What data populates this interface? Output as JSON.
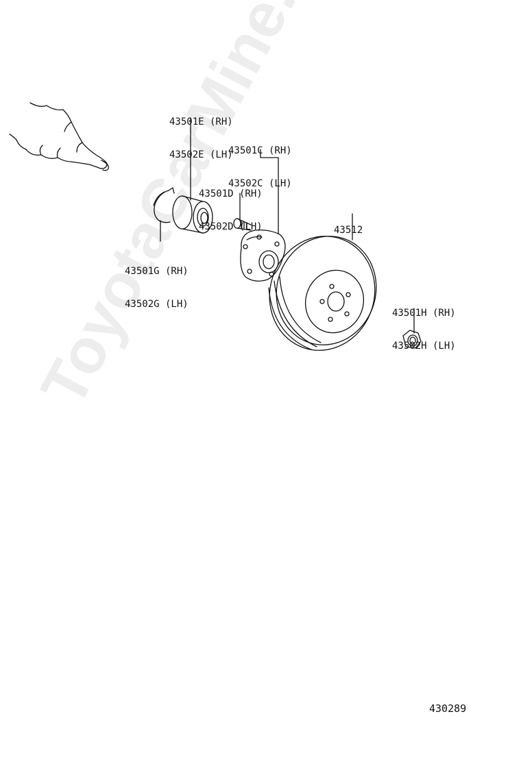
{
  "callouts": {
    "bearing_e": {
      "line1": "43501E (RH)",
      "line2": "43502E (LH)"
    },
    "hub_c": {
      "line1": "43501C (RH)",
      "line2": "43502C (LH)"
    },
    "bolt_d": {
      "line1": "43501D (RH)",
      "line2": "43502D (LH)"
    },
    "disc": {
      "line1": "43512"
    },
    "snap_ring_g": {
      "line1": "43501G (RH)",
      "line2": "43502G (LH)"
    },
    "nut_h": {
      "line1": "43501H (RH)",
      "line2": "43502H (LH)"
    }
  },
  "diagram_id": "430289",
  "watermark": "ToyotaCarMine.ru",
  "colors": {
    "line": "#111111",
    "background": "#ffffff",
    "watermark": "#ededed"
  }
}
